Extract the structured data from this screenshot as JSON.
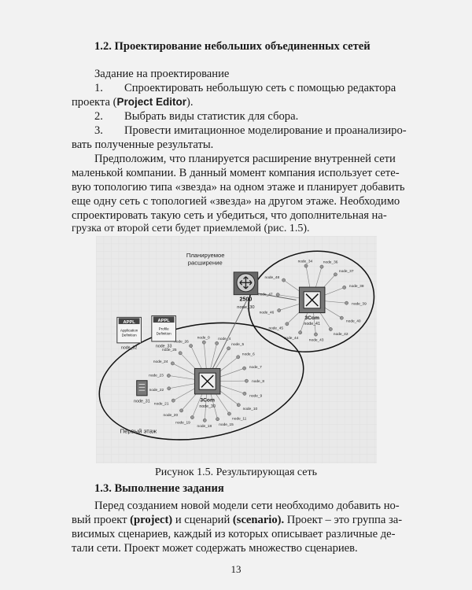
{
  "section1": {
    "title": "1.2. Проектирование небольших объединенных сетей",
    "task_heading": "Задание на проектирование",
    "items": [
      {
        "num": "1.",
        "text": "Спроектировать небольшую сеть с помощью редактора",
        "cont_pre": "проекта (",
        "cont_bold": "Project Editor",
        "cont_post": ")."
      },
      {
        "num": "2.",
        "text": "Выбрать виды статистик для сбора."
      },
      {
        "num": "3.",
        "text": "Провести имитационное моделирование и проанализиро-",
        "cont": "вать полученные результаты."
      }
    ],
    "paragraph": [
      "Предположим, что планируется расширение внутренней сети",
      "маленькой компании. В данный момент компания использует сете-",
      "вую топологию типа «звезда» на одном этаже и планирует добавить",
      "еще одну сеть с топологией «звезда» на другом этаже. Необходимо",
      "спроектировать такую сеть и убедиться, что дополнительная на-",
      "грузка от второй сети будет приемлемой (рис. 1.5)."
    ]
  },
  "figure": {
    "caption": "Рисунок 1.5. Результирующая сеть",
    "label_expansion_1": "Планируемое",
    "label_expansion_2": "расширение",
    "label_floor": "Первый этаж",
    "router_label": "2500",
    "router_node": "node_30",
    "switch1_label": "3Com",
    "switch2_label": "3Com",
    "switch2_node": "node_41",
    "switch1_node": "node_30",
    "appl_label": "APPL",
    "appl_def_1": "Application",
    "appl_def_2": "Definition",
    "prof_def_1": "Profile",
    "prof_def_2": "Definition",
    "node_app": "node_32",
    "node_prof": "node_33",
    "node_server": "node_31",
    "nodes_exp": [
      "node_34",
      "node_36",
      "node_37",
      "node_38",
      "node_39",
      "node_40",
      "node_42",
      "node_43",
      "node_44",
      "node_45",
      "node_46",
      "node_47",
      "node_48"
    ],
    "nodes_floor": [
      "node_0",
      "node_4",
      "node_5",
      "node_6",
      "node_7",
      "node_8",
      "node_9",
      "node_10",
      "node_11",
      "node_15",
      "node_18",
      "node_19",
      "node_20",
      "node_21",
      "node_22",
      "node_23",
      "node_24",
      "node_25",
      "node_26"
    ]
  },
  "section2": {
    "title": "1.3. Выполнение задания",
    "paragraph": [
      {
        "pre": "Перед созданием новой модели сети необходимо добавить но-"
      },
      {
        "pre": "вый проект ",
        "b1": "(project)",
        "mid": " и сценарий ",
        "b2": "(scenario).",
        "post": " Проект – это группа за-"
      },
      {
        "pre": "висимых сценариев, каждый из которых описывает различные де-"
      },
      {
        "pre": "тали сети. Проект может содержать множество сценариев."
      }
    ]
  },
  "page_number": "13"
}
